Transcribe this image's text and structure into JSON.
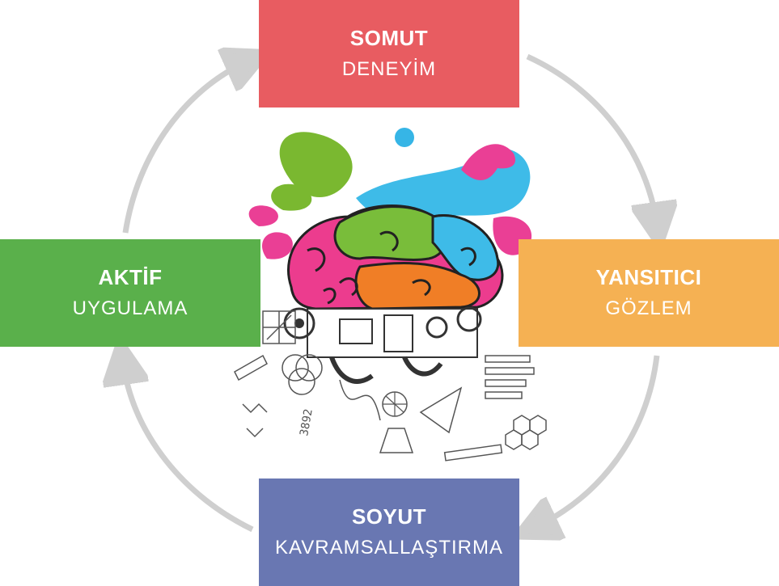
{
  "colors": {
    "top": "#e85c61",
    "right": "#f5b153",
    "bottom": "#6977b2",
    "left": "#5ab04b",
    "arrow": "#cfcfcf"
  },
  "boxes": {
    "top": {
      "title": "SOMUT",
      "subtitle": "DENEYİM"
    },
    "right": {
      "title": "YANSITICI",
      "subtitle": "GÖZLEM"
    },
    "bottom": {
      "title": "SOYUT",
      "subtitle": "KAVRAMSALLAŞTIRMA"
    },
    "left": {
      "title": "AKTİF",
      "subtitle": "UYGULAMA"
    }
  },
  "illustration": {
    "icon": "brain-illustration",
    "label": "3892"
  }
}
